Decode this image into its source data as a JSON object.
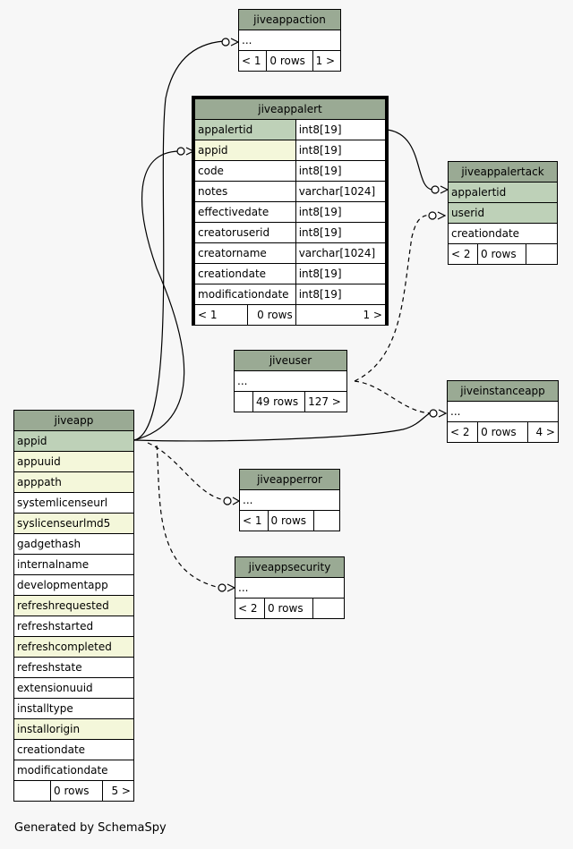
{
  "footer": "Generated by SchemaSpy",
  "tables": {
    "jiveappaction": {
      "name": "jiveappaction",
      "ellipsis": "...",
      "nav_left": "< 1",
      "rows": "0 rows",
      "nav_right": "1 >"
    },
    "jiveappalert": {
      "name": "jiveappalert",
      "columns": [
        {
          "name": "appalertid",
          "type": "int8[19]"
        },
        {
          "name": "appid",
          "type": "int8[19]"
        },
        {
          "name": "code",
          "type": "int8[19]"
        },
        {
          "name": "notes",
          "type": "varchar[1024]"
        },
        {
          "name": "effectivedate",
          "type": "int8[19]"
        },
        {
          "name": "creatoruserid",
          "type": "int8[19]"
        },
        {
          "name": "creatorname",
          "type": "varchar[1024]"
        },
        {
          "name": "creationdate",
          "type": "int8[19]"
        },
        {
          "name": "modificationdate",
          "type": "int8[19]"
        }
      ],
      "nav_left": "< 1",
      "rows": "0 rows",
      "nav_right": "1 >"
    },
    "jiveappalertack": {
      "name": "jiveappalertack",
      "columns": [
        "appalertid",
        "userid",
        "creationdate"
      ],
      "nav_left": "< 2",
      "rows": "0 rows",
      "nav_right": ""
    },
    "jiveuser": {
      "name": "jiveuser",
      "ellipsis": "...",
      "nav_left": "",
      "rows": "49 rows",
      "nav_right": "127 >"
    },
    "jiveinstanceapp": {
      "name": "jiveinstanceapp",
      "ellipsis": "...",
      "nav_left": "< 2",
      "rows": "0 rows",
      "nav_right": "4 >"
    },
    "jiveapp": {
      "name": "jiveapp",
      "columns": [
        "appid",
        "appuuid",
        "apppath",
        "systemlicenseurl",
        "syslicenseurlmd5",
        "gadgethash",
        "internalname",
        "developmentapp",
        "refreshrequested",
        "refreshstarted",
        "refreshcompleted",
        "refreshstate",
        "extensionuuid",
        "installtype",
        "installorigin",
        "creationdate",
        "modificationdate"
      ],
      "nav_left": "",
      "rows": "0 rows",
      "nav_right": "5 >"
    },
    "jiveapperror": {
      "name": "jiveapperror",
      "ellipsis": "...",
      "nav_left": "< 1",
      "rows": "0 rows",
      "nav_right": ""
    },
    "jiveappsecurity": {
      "name": "jiveappsecurity",
      "ellipsis": "...",
      "nav_left": "< 2",
      "rows": "0 rows",
      "nav_right": ""
    }
  },
  "colors": {
    "header": "#9aaa94",
    "primary_key": "#bed1b8",
    "indexed": "#f4f7da",
    "background": "#f7f7f7"
  }
}
